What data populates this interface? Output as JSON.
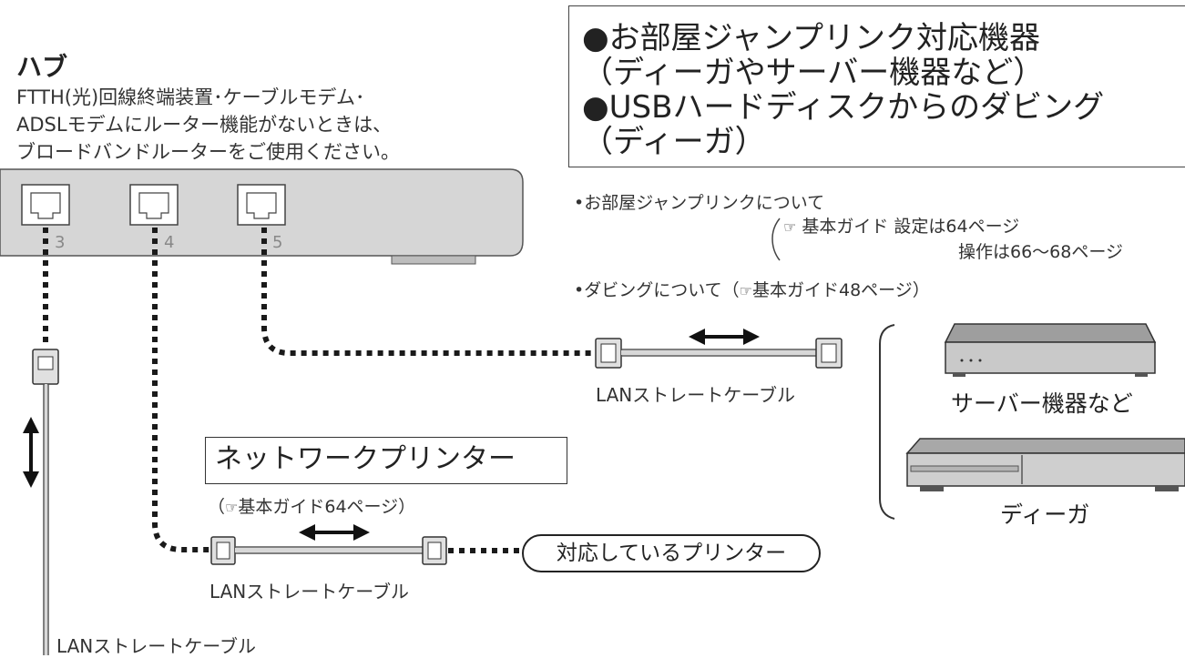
{
  "hub": {
    "title": "ハブ",
    "description": [
      "FTTH(光)回線終端装置･ケーブルモデム･",
      "ADSLモデムにルーター機能がないときは、",
      "ブロードバンドルーターをご使用ください。"
    ],
    "ports": [
      "3",
      "4",
      "5"
    ]
  },
  "features": [
    "●お部屋ジャンプリンク対応機器",
    "（ディーガやサーバー機器など）",
    "●USBハードディスクからのダビング",
    "（ディーガ）"
  ],
  "notes": {
    "jump_link": "•お部屋ジャンプリンクについて",
    "guide_setting": "基本ガイド  設定は64ページ",
    "guide_operation": "操作は66～68ページ",
    "dubbing": "•ダビングについて（",
    "dubbing_ref": "基本ガイド48ページ）"
  },
  "cables": {
    "server_cable": "LANストレートケーブル",
    "printer_cable": "LANストレートケーブル",
    "bottom_cable": "LANストレートケーブル"
  },
  "printer": {
    "title": "ネットワークプリンター",
    "ref_open": "（",
    "ref_text": "基本ガイド64ページ）",
    "compatible": "対応しているプリンター"
  },
  "devices": {
    "server": "サーバー機器など",
    "diga": "ディーガ"
  },
  "colors": {
    "hub_body": "#d6d6d6",
    "outline": "#333333",
    "dotted_cable": "#1a1a1a"
  }
}
